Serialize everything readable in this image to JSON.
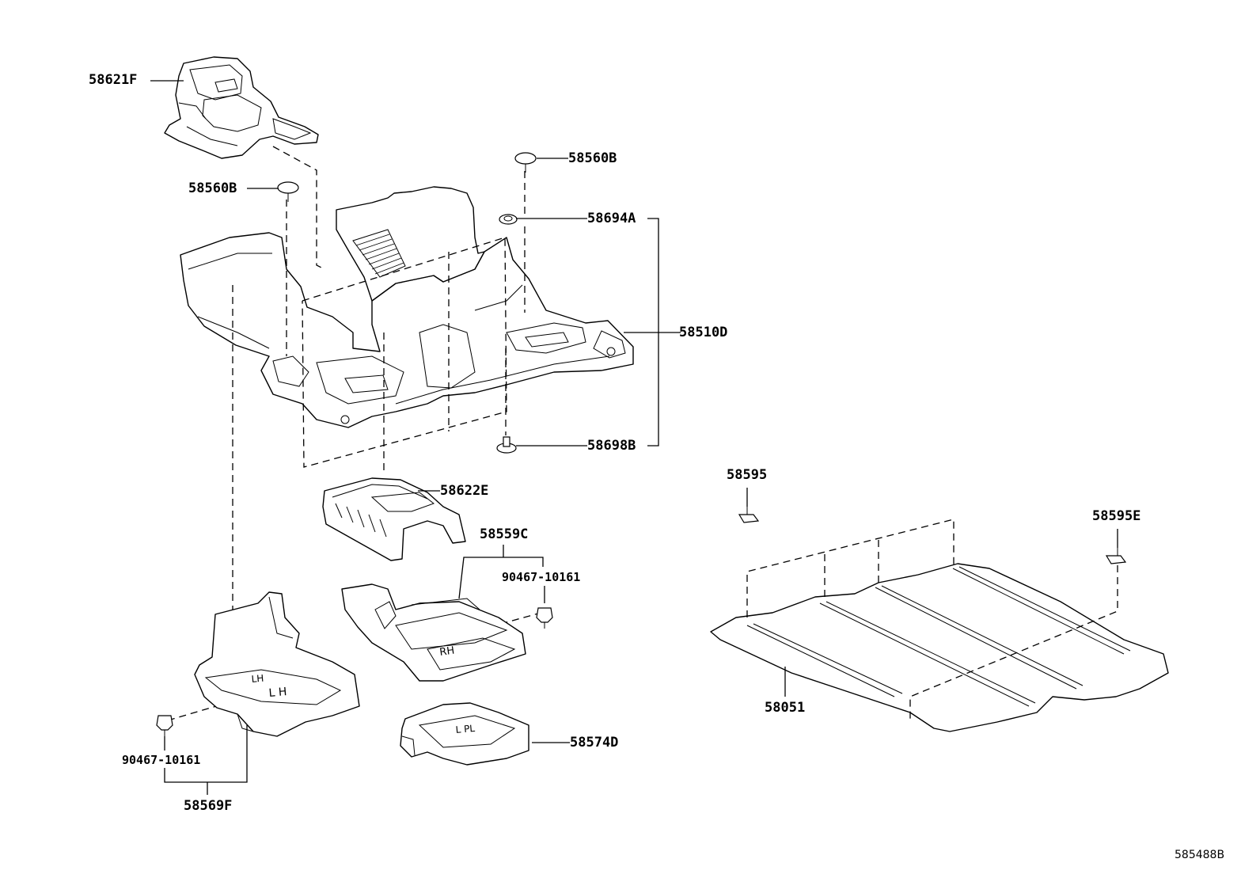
{
  "parts": {
    "p58621F": "58621F",
    "p58560B_left": "58560B",
    "p58560B_right": "58560B",
    "p58694A": "58694A",
    "p58510D": "58510D",
    "p58698B": "58698B",
    "p58622E": "58622E",
    "p58559C": "58559C",
    "p90467_right": "90467-10161",
    "p90467_left": "90467-10161",
    "p58569F": "58569F",
    "p58574D": "58574D",
    "p58595": "58595",
    "p58595E": "58595E",
    "p58051": "58051"
  },
  "figure_number": "585488B"
}
